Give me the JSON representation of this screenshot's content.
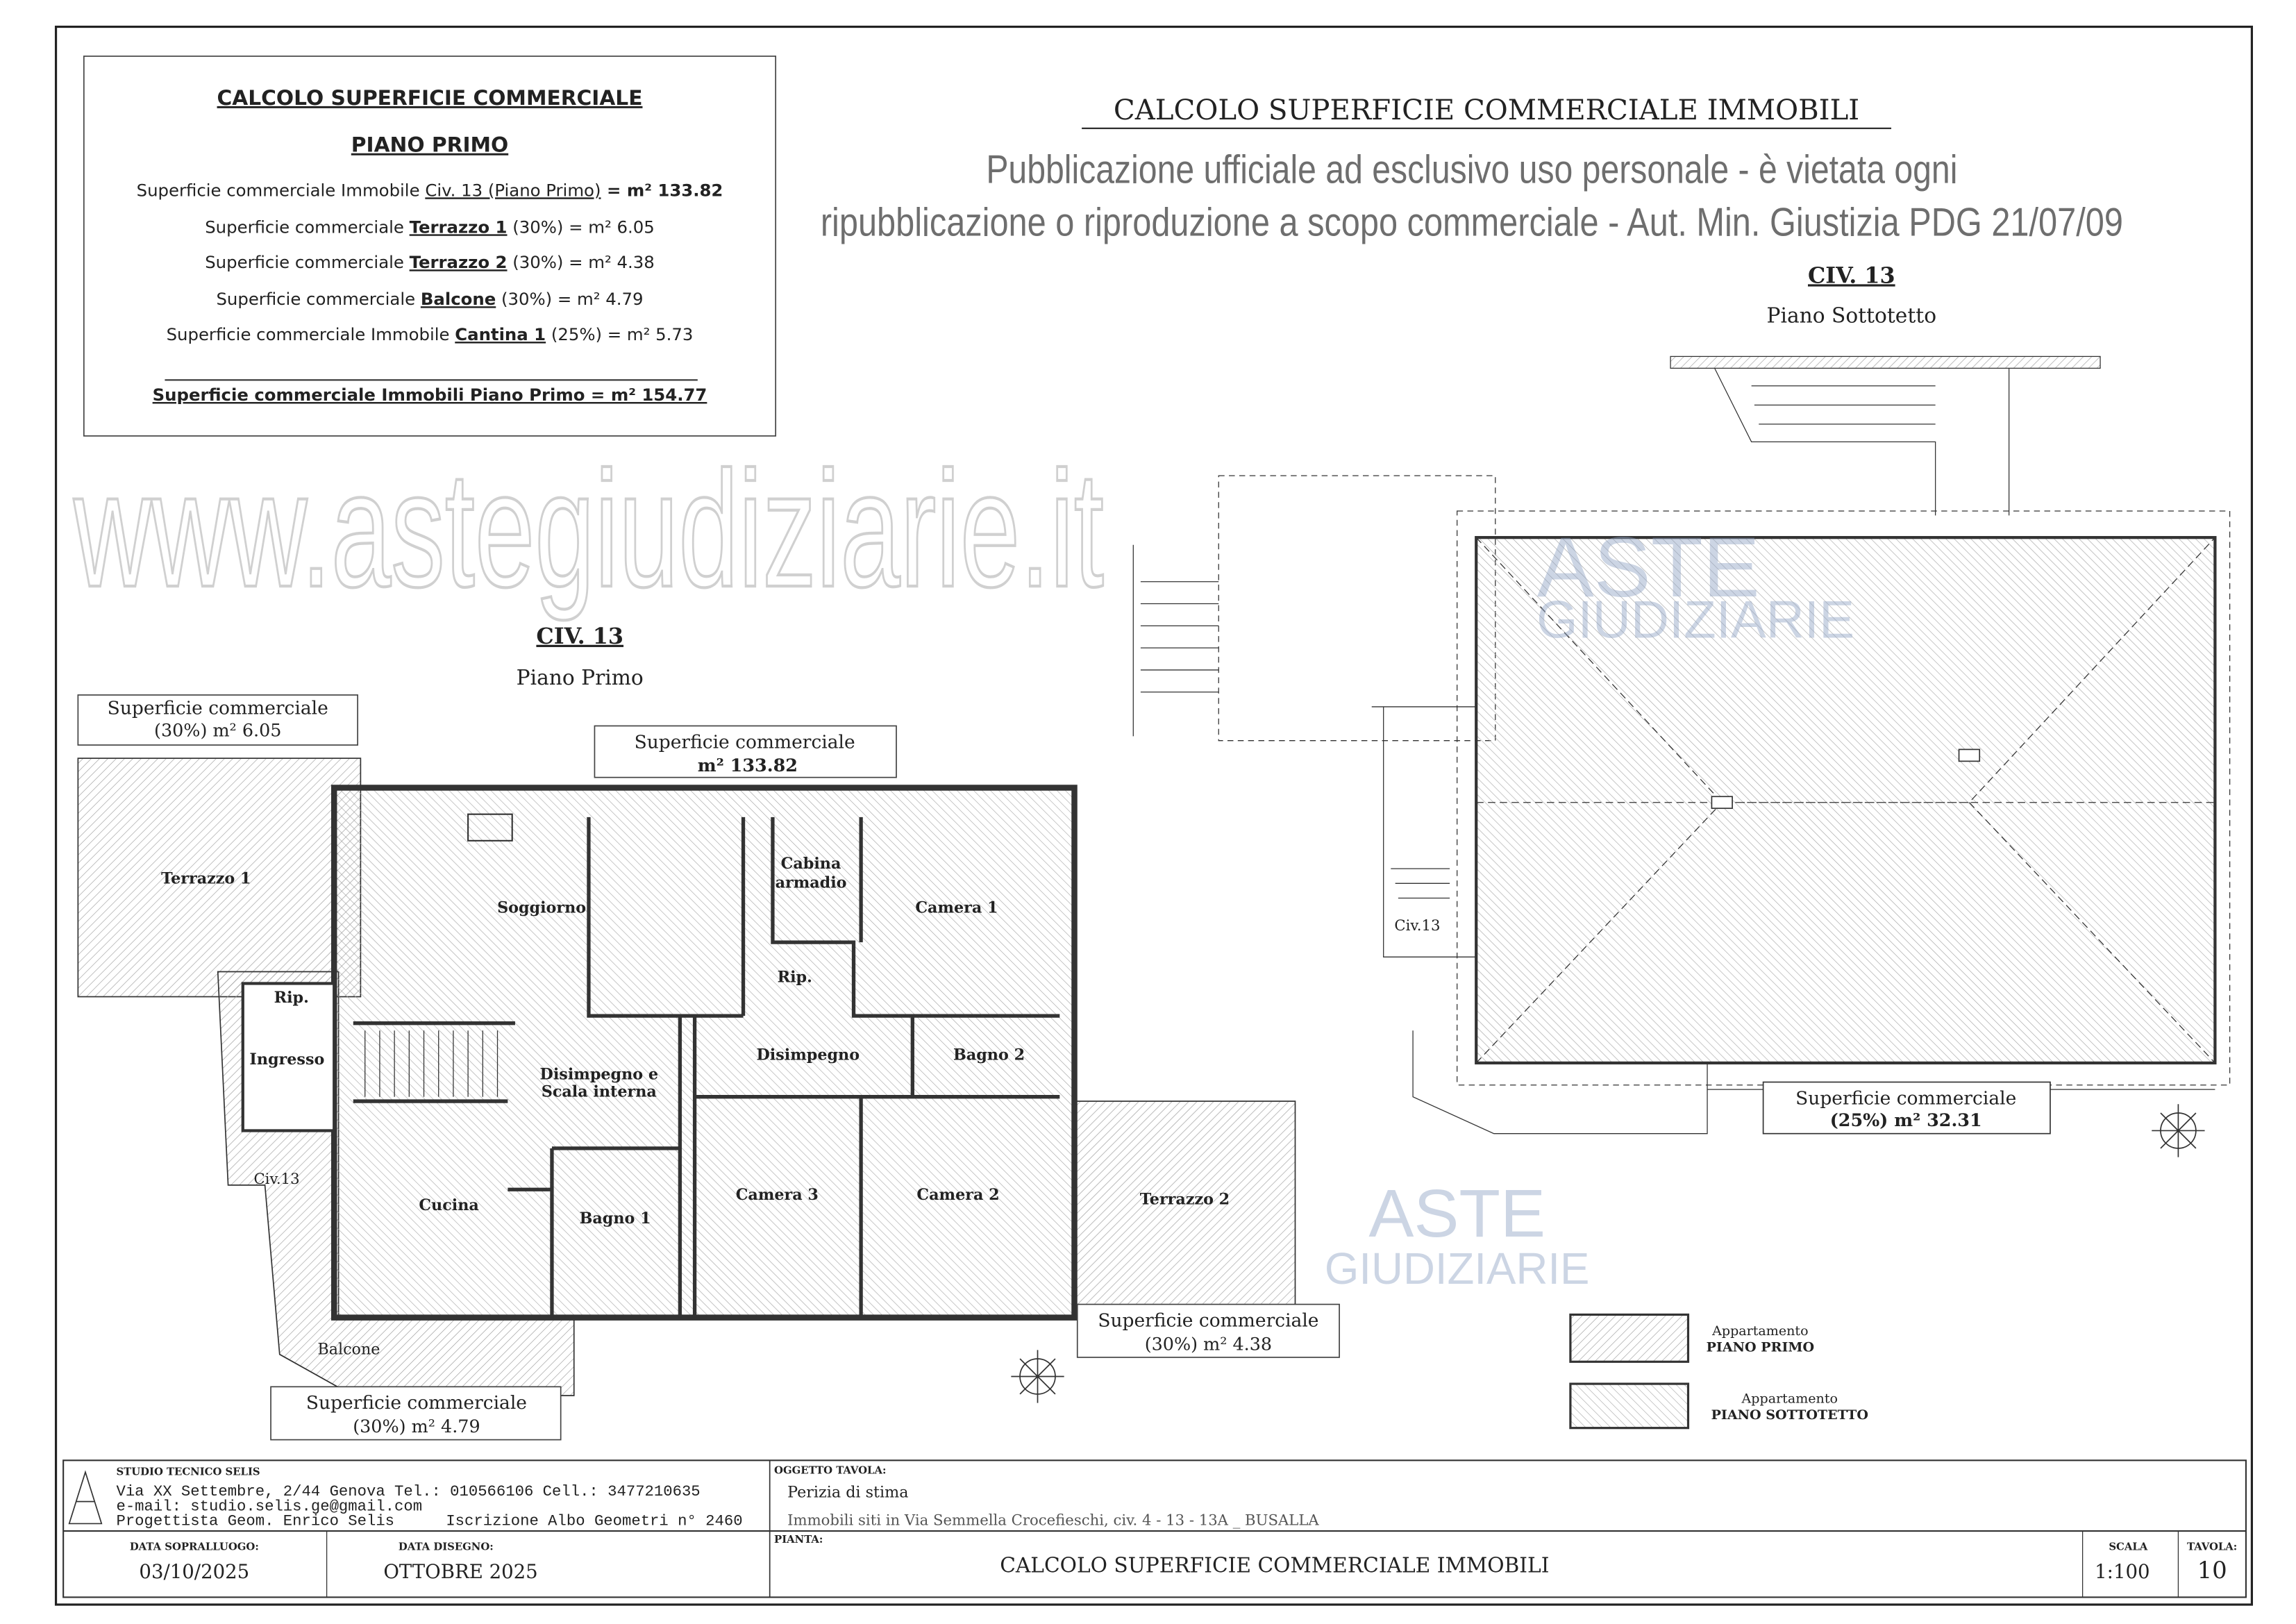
{
  "summary_box": {
    "title": "CALCOLO  SUPERFICIE  COMMERCIALE",
    "subtitle": "PIANO PRIMO",
    "lines": [
      {
        "prefix": "Superficie commerciale Immobile ",
        "item": "Civ. 13 (Piano Primo)",
        "suffix": " = m² 133.82"
      },
      {
        "prefix": "Superficie commerciale ",
        "item": "Terrazzo 1",
        "suffix": " (30%) = m² 6.05"
      },
      {
        "prefix": "Superficie commerciale ",
        "item": "Terrazzo 2",
        "suffix": " (30%) = m² 4.38"
      },
      {
        "prefix": "Superficie commerciale ",
        "item": "Balcone",
        "suffix": " (30%) = m² 4.79"
      },
      {
        "prefix": "Superficie commerciale Immobile ",
        "item": "Cantina 1",
        "suffix": " (25%) = m² 5.73"
      }
    ],
    "total": "Superficie commerciale Immobili Piano Primo = m² 154.77"
  },
  "main_title": "CALCOLO SUPERFICIE COMMERCIALE IMMOBILI",
  "plan_first": {
    "civ": "CIV. 13",
    "floor": "Piano Primo",
    "rooms": {
      "terrazzo1": "Terrazzo 1",
      "soggiorno": "Soggiorno",
      "cabina1": "Cabina",
      "cabina2": "armadio",
      "camera1": "Camera 1",
      "rip1": "Rip.",
      "rip2": "Rip.",
      "ingresso": "Ingresso",
      "disimpegno_scala1": "Disimpegno e",
      "disimpegno_scala2": "Scala interna",
      "disimpegno": "Disimpegno",
      "bagno2": "Bagno 2",
      "cucina": "Cucina",
      "bagno1": "Bagno 1",
      "camera3": "Camera 3",
      "camera2": "Camera 2",
      "terrazzo2": "Terrazzo 2",
      "balcone": "Balcone",
      "civ13": "Civ.13"
    },
    "labels": {
      "terrazzo1": [
        "Superficie commerciale",
        "(30%) m² 6.05"
      ],
      "main": [
        "Superficie commerciale",
        "m² 133.82"
      ],
      "terrazzo2": [
        "Superficie commerciale",
        "(30%) m² 4.38"
      ],
      "balcone": [
        "Superficie commerciale",
        "(30%) m² 4.79"
      ]
    }
  },
  "plan_attic": {
    "civ": "CIV. 13",
    "floor": "Piano Sottotetto",
    "civ13": "Civ.13",
    "label": [
      "Superficie commerciale",
      "(25%) m² 32.31"
    ]
  },
  "legend": [
    {
      "line1": "Appartamento",
      "line2": "PIANO PRIMO"
    },
    {
      "line1": "Appartamento",
      "line2": "PIANO SOTTOTETTO"
    }
  ],
  "title_block": {
    "studio": "STUDIO TECNICO SELIS",
    "address": "Via XX Settembre, 2/44 Genova Tel.: 010566106   Cell.: 3477210635",
    "email": "e-mail: studio.selis.ge@gmail.com",
    "designer": "Progettista Geom. Enrico Selis",
    "albo": "Iscrizione Albo Geometri n° 2460",
    "oggetto_label": "OGGETTO TAVOLA:",
    "oggetto_1": "Perizia di stima",
    "oggetto_2": "Immobili siti in Via Semmella Crocefieschi, civ. 4 - 13 - 13A _ BUSALLA",
    "pianta_label": "PIANTA:",
    "pianta": "CALCOLO SUPERFICIE COMMERCIALE IMMOBILI",
    "sopralluogo_label": "DATA SOPRALLUOGO:",
    "sopralluogo": "03/10/2025",
    "disegno_label": "DATA DISEGNO:",
    "disegno": "OTTOBRE 2025",
    "scala_label": "SCALA",
    "scala": "1:100",
    "tavola_label": "TAVOLA:",
    "tavola": "10"
  },
  "watermarks": {
    "aste": "ASTE",
    "giudiziarie": "GIUDIZIARIE",
    "site": "www.astegiudiziarie.it",
    "notice1": "Pubblicazione ufficiale ad esclusivo uso personale - è vietata ogni",
    "notice2": "ripubblicazione o riproduzione a scopo commerciale - Aut. Min. Giustizia PDG 21/07/09"
  }
}
